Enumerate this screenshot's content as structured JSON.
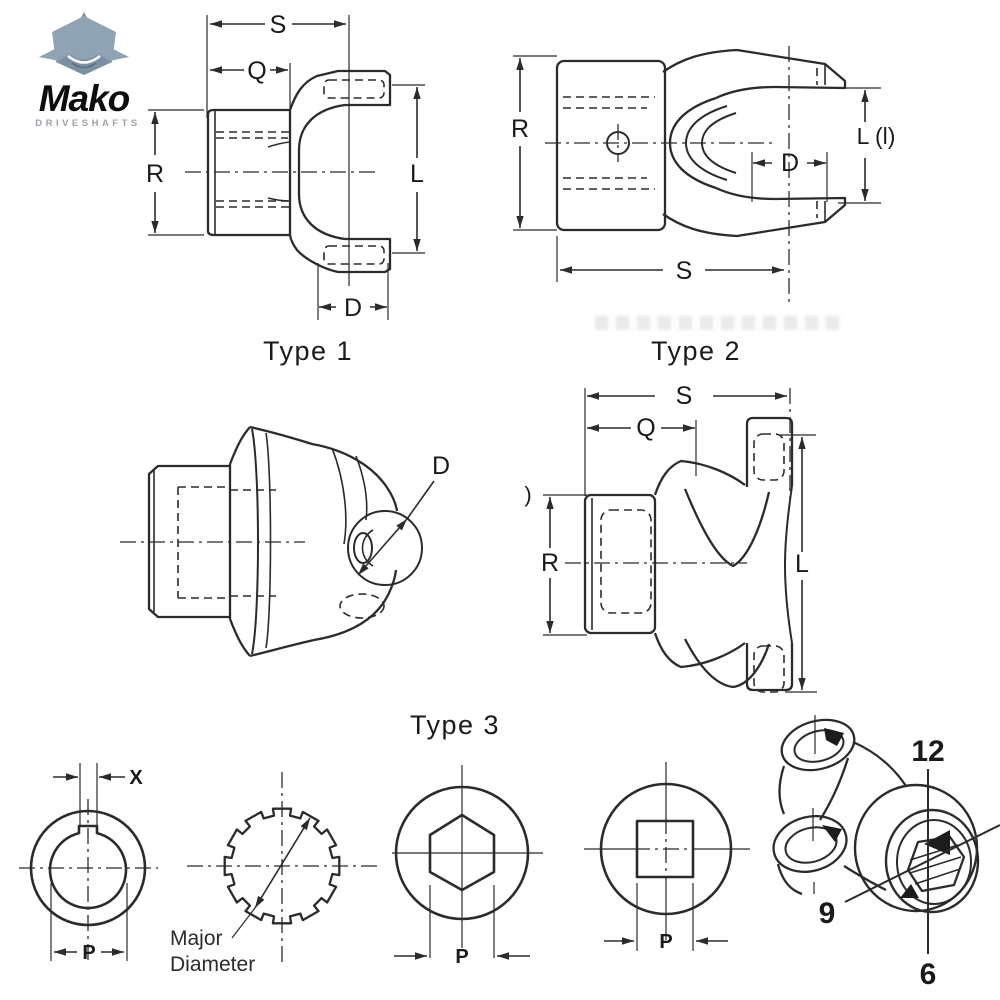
{
  "colors": {
    "background": "#ffffff",
    "line": "#2b2b2b",
    "text": "#1a1a1a",
    "logo_shark": "#8fa3b4",
    "logo_text": "#0d0d0d",
    "logo_subtitle": "#9ba1a7"
  },
  "logo": {
    "brand": "Mako",
    "subtitle": "DRIVESHAFTS"
  },
  "captions": {
    "type1": "Type 1",
    "type2": "Type 2",
    "type3": "Type 3"
  },
  "type1": {
    "dim_s": "S",
    "dim_q": "Q",
    "dim_r": "R",
    "dim_l": "L",
    "dim_d": "D"
  },
  "type2": {
    "dim_r": "R",
    "dim_l": "L (l)",
    "dim_d": "D",
    "dim_s": "S"
  },
  "type3_left": {
    "dim_d": "D"
  },
  "type3_right": {
    "dim_s": "S",
    "dim_q": "Q",
    "dim_r": "R",
    "dim_l": "L",
    "stray_mark": ")"
  },
  "bore_keyway": {
    "dim_x": "X",
    "dim_p": "P"
  },
  "bore_spline": {
    "label_line1": "Major",
    "label_line2": "Diameter"
  },
  "bore_hex": {
    "dim_p": "P"
  },
  "bore_square": {
    "dim_p": "P"
  },
  "yoke_3d": {
    "clock_top": "12",
    "clock_left": "9",
    "clock_bottom": "6"
  }
}
